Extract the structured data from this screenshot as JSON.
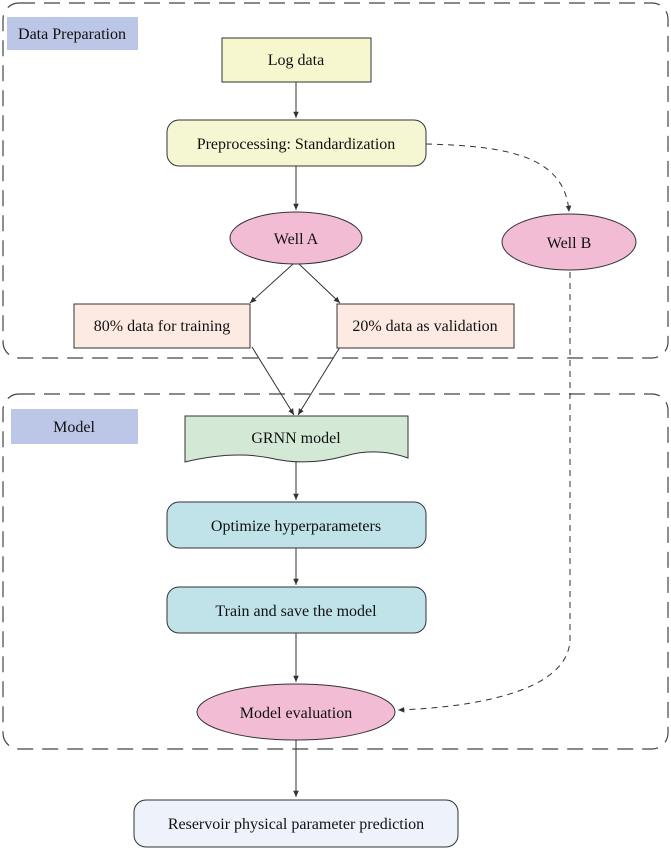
{
  "sections": {
    "data_preparation": {
      "label": "Data Preparation"
    },
    "model": {
      "label": "Model"
    }
  },
  "nodes": {
    "log_data": {
      "label": "Log data"
    },
    "preprocessing": {
      "label": "Preprocessing: Standardization"
    },
    "well_a": {
      "label": "Well A"
    },
    "well_b": {
      "label": "Well B"
    },
    "training_split": {
      "label": "80% data for training"
    },
    "validation_split": {
      "label": "20% data as validation"
    },
    "grnn_model": {
      "label": "GRNN model"
    },
    "optimize": {
      "label": "Optimize hyperparameters"
    },
    "train_save": {
      "label": "Train and save the model"
    },
    "model_evaluation": {
      "label": "Model evaluation"
    },
    "prediction": {
      "label": "Reservoir physical parameter prediction"
    }
  },
  "colors": {
    "section_label_bg": "#bcc6e6",
    "log_data_fill": "#f7f7cf",
    "preprocessing_fill": "#f5f7d3",
    "well_fill": "#f2bcd4",
    "split_fill": "#fdeae3",
    "grnn_fill": "#d4e9d5",
    "process_fill": "#bfe3e8",
    "prediction_fill": "#eef2fa",
    "stroke": "#333333"
  }
}
